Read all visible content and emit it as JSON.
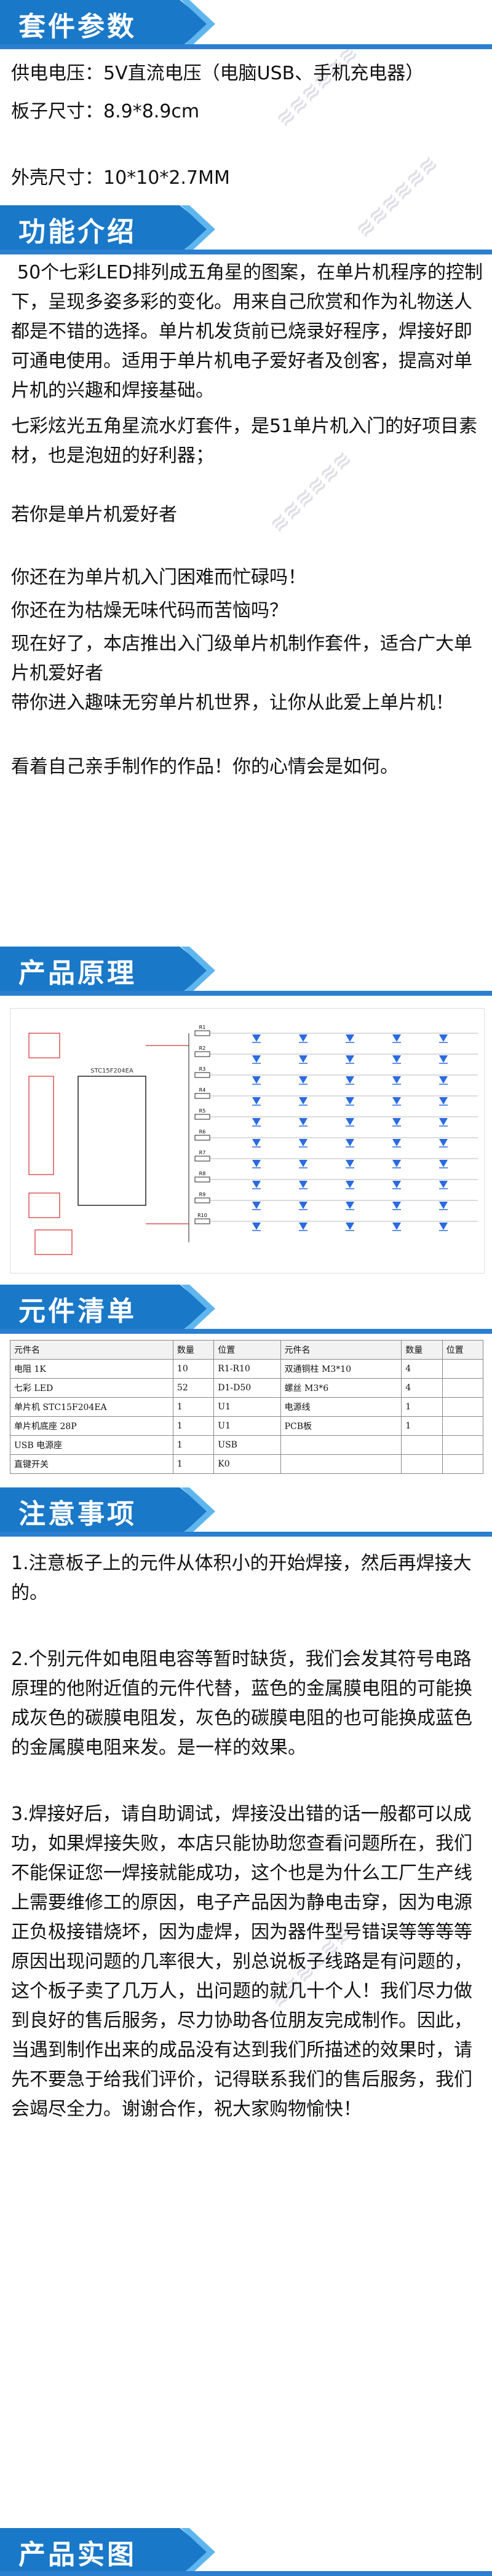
{
  "sections": {
    "params_title": "套件参数",
    "intro_title": "功能介绍",
    "principle_title": "产品原理",
    "parts_title": "元件清单",
    "notes_title": "注意事项",
    "photo_title": "产品实图"
  },
  "params": {
    "line1": "供电电压：5V直流电压（电脑USB、手机充电器）",
    "line2": "板子尺寸：8.9*8.9cm",
    "line3": "外壳尺寸：10*10*2.7MM"
  },
  "intro": {
    "p1": "50个七彩LED排列成五角星的图案，在单片机程序的控制下，呈现多姿多彩的变化。用来自己欣赏和作为礼物送人都是不错的选择。单片机发货前已烧录好程序，焊接好即可通电使用。适用于单片机电子爱好者及创客，提高对单片机的兴趣和焊接基础。",
    "p2": "七彩炫光五角星流水灯套件，是51单片机入门的好项目素材，也是泡妞的好利器；",
    "p3": "若你是单片机爱好者",
    "p4": "你还在为单片机入门困难而忙碌吗！",
    "p5": "你还在为枯燥无味代码而苦恼吗？",
    "p6": "现在好了，本店推出入门级单片机制作套件，适合广大单片机爱好者",
    "p7": "带你进入趣味无穷单片机世界，让你从此爱上单片机！",
    "p8": "看着自己亲手制作的作品！你的心情会是如何。"
  },
  "schematic": {
    "chip_label": "STC15F204EA",
    "resistors": [
      "R1",
      "R2",
      "R3",
      "R4",
      "R5",
      "R6",
      "R7",
      "R8",
      "R9",
      "R10"
    ]
  },
  "parts_table": {
    "headers": [
      "元件名",
      "数量",
      "位置",
      "元件名",
      "数量",
      "位置"
    ],
    "rows": [
      [
        "电阻 1K",
        "10",
        "R1-R10",
        "双通铜柱 M3*10",
        "4",
        ""
      ],
      [
        "七彩 LED",
        "52",
        "D1-D50",
        "螺丝 M3*6",
        "4",
        ""
      ],
      [
        "单片机 STC15F204EA",
        "1",
        "U1",
        "电源线",
        "1",
        ""
      ],
      [
        "单片机底座 28P",
        "1",
        "U1",
        "PCB板",
        "1",
        ""
      ],
      [
        "USB 电源座",
        "1",
        "USB",
        "",
        "",
        ""
      ],
      [
        "直键开关",
        "1",
        "K0",
        "",
        "",
        ""
      ]
    ]
  },
  "notes": {
    "n1": "1.注意板子上的元件从体积小的开始焊接，然后再焊接大的。",
    "n2": "2.个别元件如电阻电容等暂时缺货，我们会发其符号电路原理的他附近值的元件代替，蓝色的金属膜电阻的可能换成灰色的碳膜电阻发，灰色的碳膜电阻的也可能换成蓝色的金属膜电阻来发。是一样的效果。",
    "n3": "3.焊接好后，请自助调试，焊接没出错的话一般都可以成功，如果焊接失败，本店只能协助您查看问题所在，我们不能保证您一焊接就能成功，这个也是为什么工厂生产线上需要维修工的原因，电子产品因为静电击穿，因为电源正负极接错烧坏，因为虚焊，因为器件型号错误等等等等原因出现问题的几率很大，别总说板子线路是有问题的，这个板子卖了几万人，出问题的就几十个人！我们尽力做到良好的售后服务，尽力协助各位朋友完成制作。因此，当遇到制作出来的成品没有达到我们所描述的效果时，请先不要急于给我们评价，记得联系我们的售后服务，我们会竭尽全力。谢谢合作，祝大家购物愉快！"
  },
  "colors": {
    "banner": "#1a78c8",
    "banner_accent": "#5fb6ee",
    "line": "#2a7fd0",
    "led": "#2a6be0"
  }
}
